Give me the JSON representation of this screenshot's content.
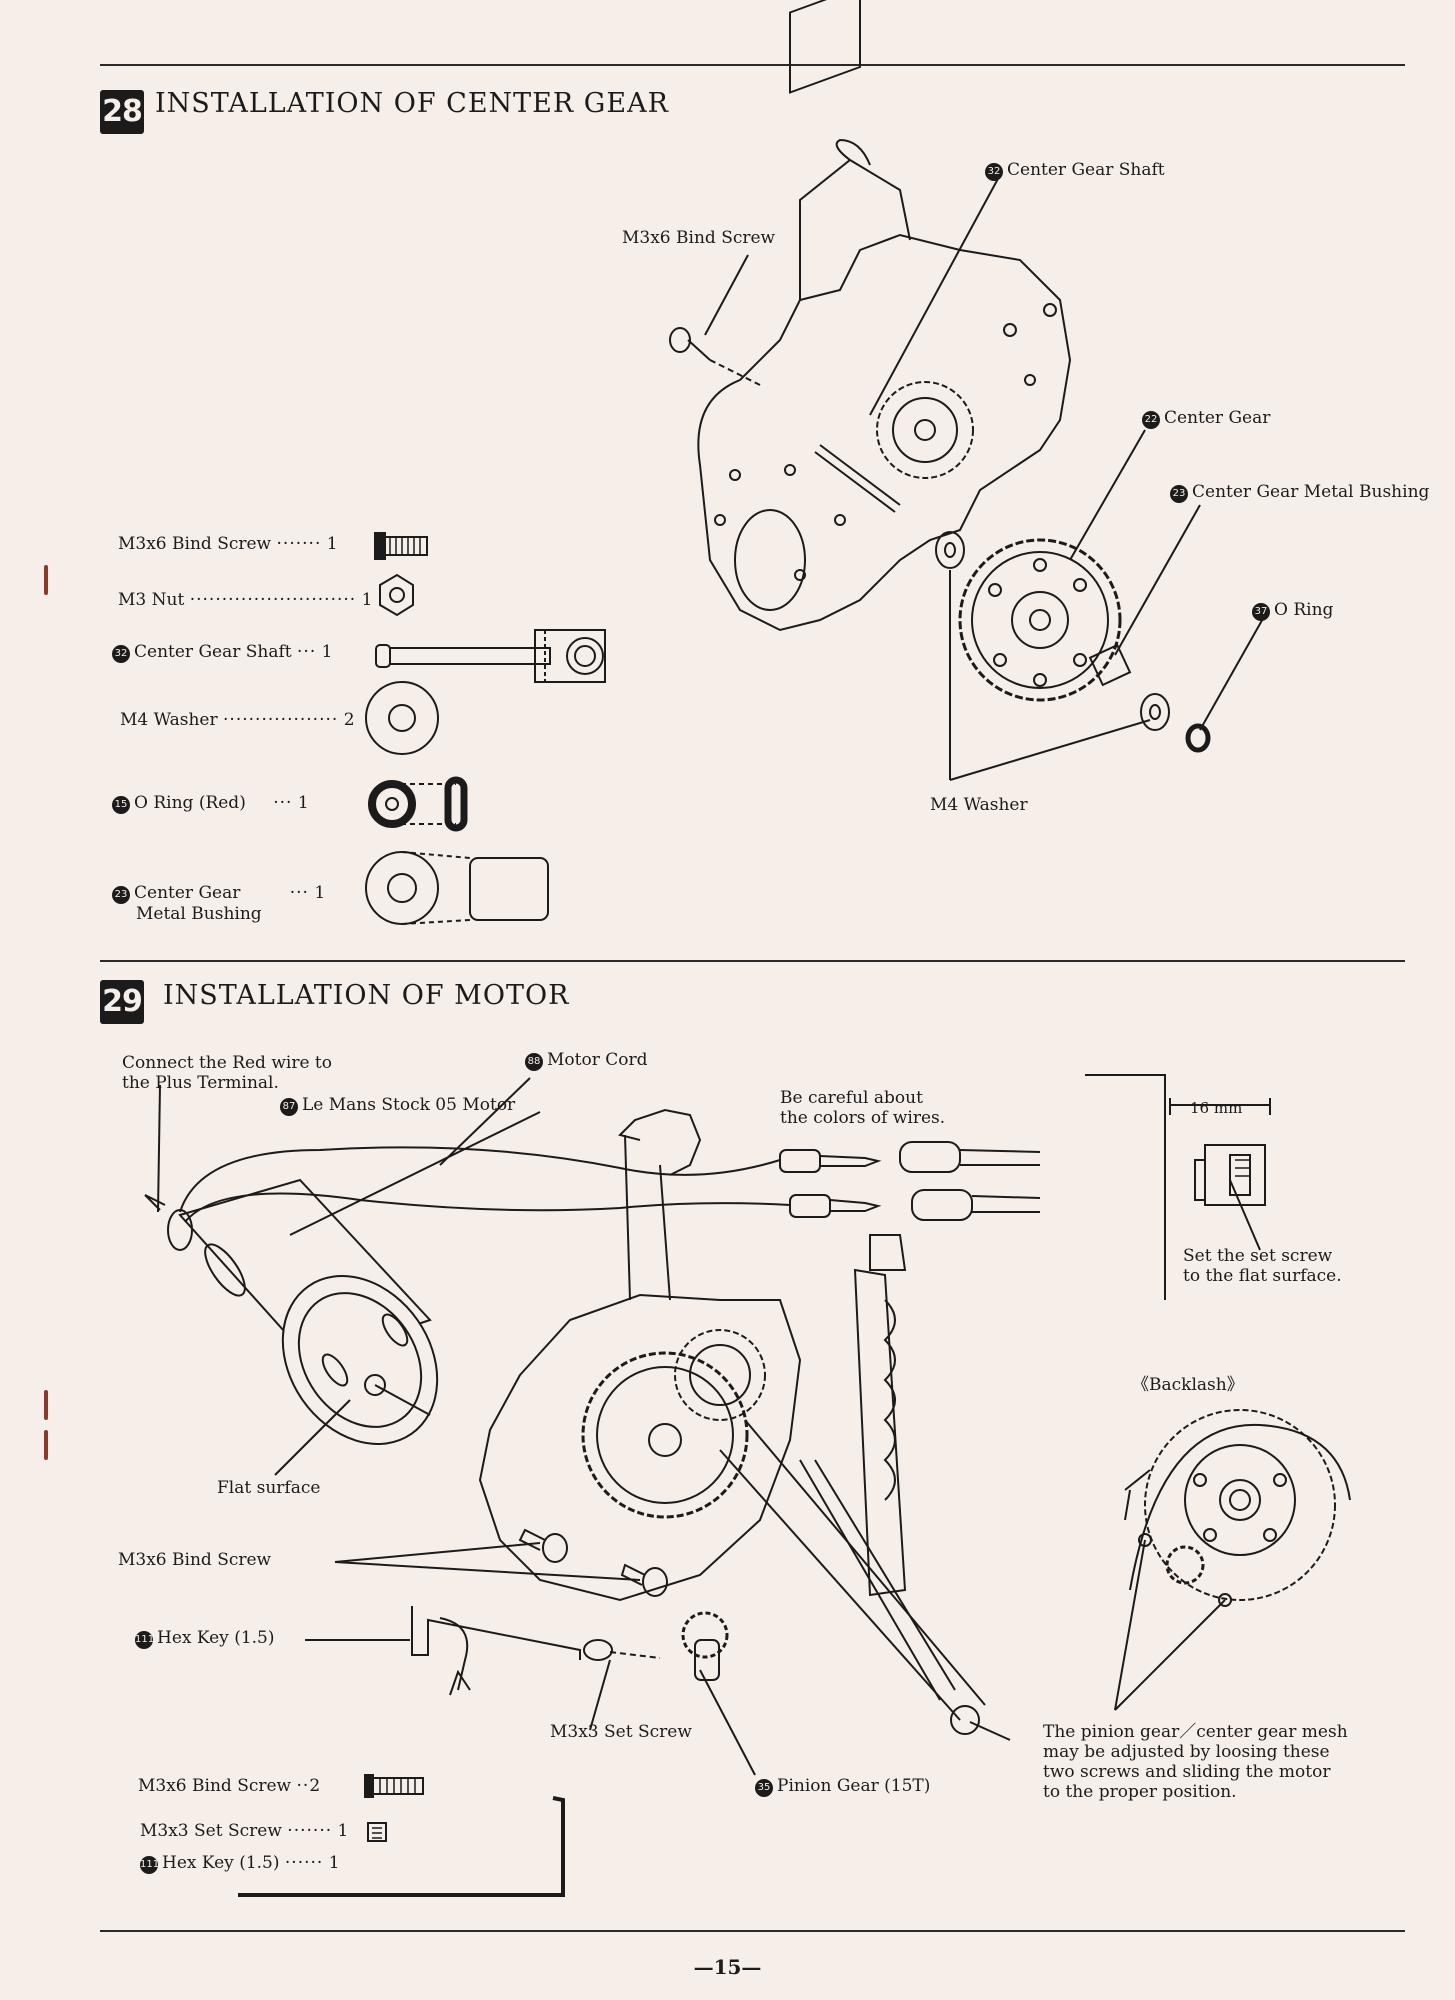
{
  "page_number": "—15—",
  "section28": {
    "number": "28",
    "title": "INSTALLATION OF CENTER GEAR",
    "callouts": {
      "center_gear_shaft_num": "32",
      "center_gear_shaft": "Center Gear Shaft",
      "bind_screw": "M3x6 Bind Screw",
      "center_gear_num": "22",
      "center_gear": "Center Gear",
      "bushing_num": "23",
      "bushing": "Center Gear Metal Bushing",
      "oring_num": "37",
      "oring": "O Ring",
      "m4_washer": "M4 Washer"
    },
    "parts": [
      {
        "num": "",
        "name": "M3x6 Bind Screw",
        "dots": "·······",
        "qty": "1"
      },
      {
        "num": "",
        "name": "M3 Nut",
        "dots": "··························",
        "qty": "1"
      },
      {
        "num": "32",
        "name": "Center Gear Shaft",
        "dots": "···",
        "qty": "1"
      },
      {
        "num": "",
        "name": "M4 Washer",
        "dots": "··················",
        "qty": "2"
      },
      {
        "num": "15",
        "name": "O Ring  (Red)",
        "dots": "···",
        "qty": "1"
      },
      {
        "num": "23",
        "name": "Center Gear",
        "name2": "Metal Bushing",
        "dots": "···",
        "qty": "1"
      }
    ]
  },
  "section29": {
    "number": "29",
    "title": "INSTALLATION OF MOTOR",
    "callouts": {
      "red_wire_1": "Connect the Red wire to",
      "red_wire_2": "the Plus Terminal.",
      "motor_cord_num": "88",
      "motor_cord": "Motor Cord",
      "motor_num": "87",
      "motor": "Le Mans Stock 05 Motor",
      "careful_1": "Be careful about",
      "careful_2": "the colors of wires.",
      "mm": "16  mm",
      "set_screw_1": "Set the set screw",
      "set_screw_2": "to the flat surface.",
      "backlash": "《Backlash》",
      "flat_surface": "Flat surface",
      "bind_screw": "M3x6 Bind Screw",
      "hex_key_num": "111",
      "hex_key": "Hex Key  (1.5)",
      "m3x3": "M3x3 Set Screw",
      "pinion_num": "35",
      "pinion": "Pinion Gear  (15T)",
      "note_1": "The pinion gear／center gear mesh",
      "note_2": "may be adjusted by loosing these",
      "note_3": "two screws and sliding the motor",
      "note_4": "to the proper position."
    },
    "parts": [
      {
        "num": "",
        "name": "M3x6 Bind Screw",
        "dots": "··",
        "qty": "2"
      },
      {
        "num": "",
        "name": "M3x3 Set Screw",
        "dots": "·······",
        "qty": "1"
      },
      {
        "num": "111",
        "name": "Hex Key  (1.5)",
        "dots": "······",
        "qty": "1"
      }
    ]
  }
}
